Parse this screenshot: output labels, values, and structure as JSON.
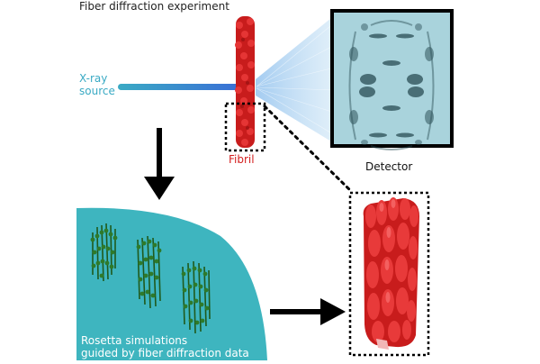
{
  "labels": {
    "title": "Fiber diffraction experiment",
    "source_line1": "X-ray",
    "source_line2": "source",
    "fibril": "Fibril",
    "detector": "Detector",
    "sim_line1": "Rosetta simulations",
    "sim_line2": "guided by fiber diffraction data"
  },
  "colors": {
    "fibril": "#d42020",
    "beam": "#3aaac4",
    "simulation_bg": "#3eb5bf",
    "models": "#2e6e2a",
    "detector_panel": "#a9d3dc",
    "arrow": "#000000"
  }
}
